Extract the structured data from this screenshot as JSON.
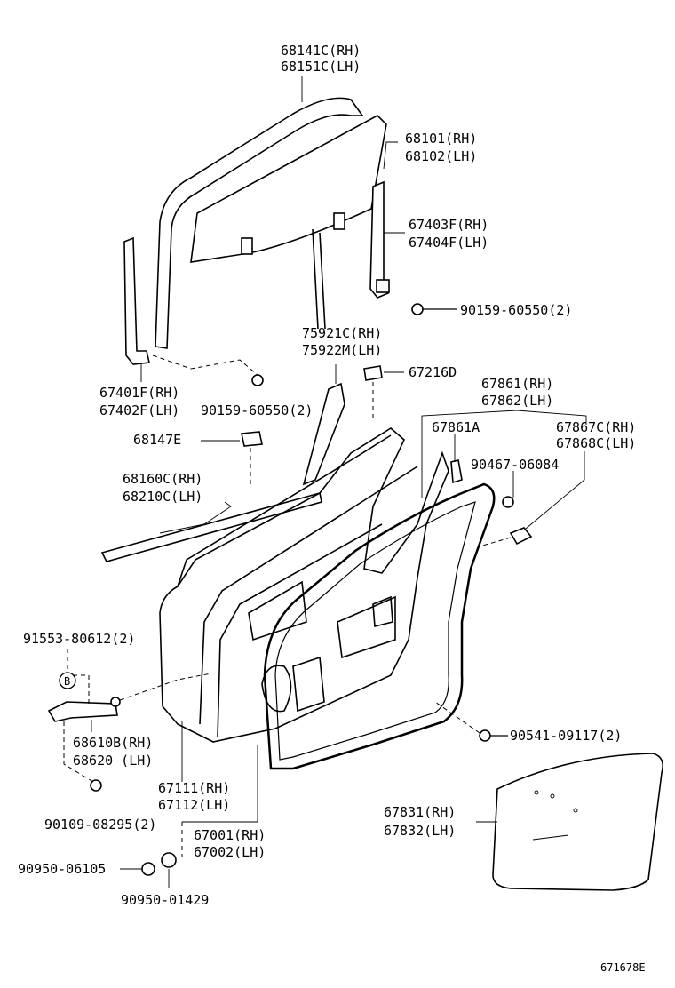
{
  "labels": {
    "p68141C": "68141C(RH)",
    "p68151C": "68151C(LH)",
    "p68101": "68101(RH)",
    "p68102": "68102(LH)",
    "p67403F": "67403F(RH)",
    "p67404F": "67404F(LH)",
    "p90159a": "90159-60550(2)",
    "p75921C": "75921C(RH)",
    "p75922M": "75922M(LH)",
    "p67216D": "67216D",
    "p67401F": "67401F(RH)",
    "p67402F": "67402F(LH)",
    "p90159b": "90159-60550(2)",
    "p67861": "67861(RH)",
    "p67862": "67862(LH)",
    "p68147E": "68147E",
    "p67861A": "67861A",
    "p67867C": "67867C(RH)",
    "p67868C": "67868C(LH)",
    "p90467": "90467-06084",
    "p68160C": "68160C(RH)",
    "p68210C": "68210C(LH)",
    "p91553": "91553-80612(2)",
    "pB": "B",
    "p68610B": "68610B(RH)",
    "p68620": "68620  (LH)",
    "p90541": "90541-09117(2)",
    "p67111": "67111(RH)",
    "p67112": "67112(LH)",
    "p90109": "90109-08295(2)",
    "p67831": "67831(RH)",
    "p67832": "67832(LH)",
    "p67001": "67001(RH)",
    "p67002": "67002(LH)",
    "p90950a": "90950-06105",
    "p90950b": "90950-01429",
    "figcode": "671678E"
  }
}
